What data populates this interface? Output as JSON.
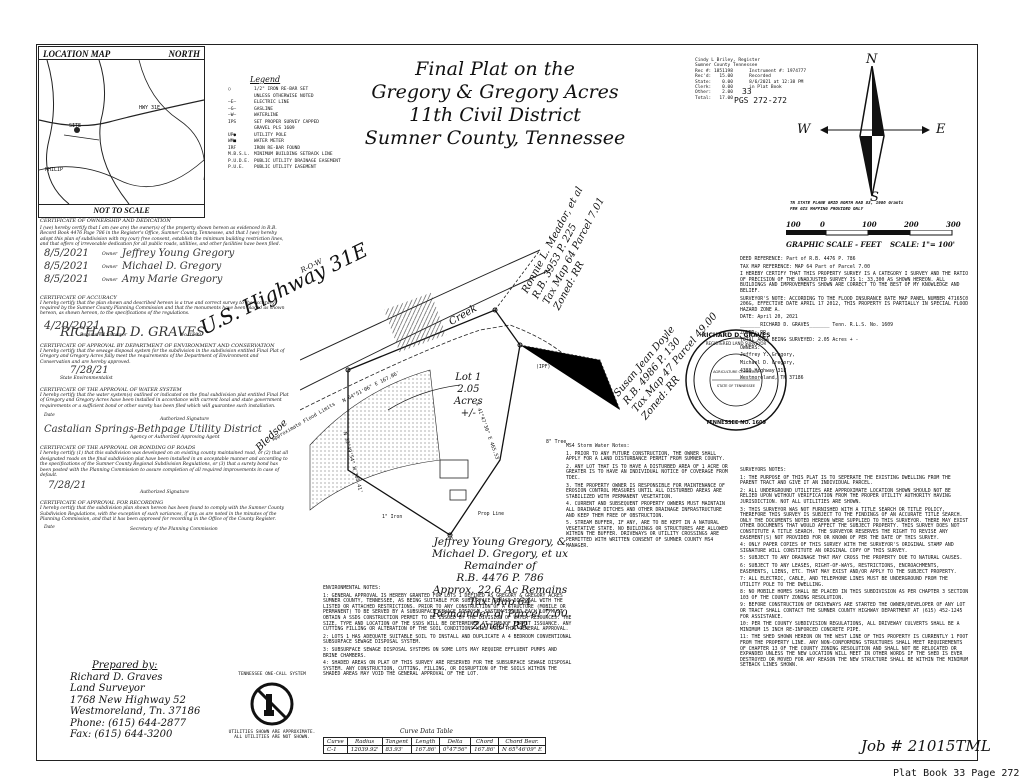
{
  "location_map": {
    "title": "LOCATION MAP",
    "north": "NORTH",
    "not_to_scale": "NOT TO SCALE",
    "road_labels": [
      "SITE",
      "HWY 31E",
      "PHILIP"
    ]
  },
  "title": {
    "line1": "Final Plat on the",
    "line2": "Gregory & Gregory Acres",
    "line3": "11th Civil District",
    "line4": "Sumner County, Tennessee"
  },
  "legend": {
    "title": "Legend",
    "items": [
      {
        "symbol": "○",
        "text": "1/2\" IRON RE-BAR SET"
      },
      {
        "symbol": "",
        "text": "UNLESS OTHERWISE NOTED"
      },
      {
        "symbol": "—E—",
        "text": "ELECTRIC LINE"
      },
      {
        "symbol": "—G—",
        "text": "GASLINE"
      },
      {
        "symbol": "—W—",
        "text": "WATERLINE"
      },
      {
        "symbol": "IPS",
        "text": "SET PROPER SURVEY CAPPED"
      },
      {
        "symbol": "",
        "text": "GRAVEL PLS 1609"
      },
      {
        "symbol": "UP●",
        "text": "UTILITY POLE"
      },
      {
        "symbol": "WM■",
        "text": "WATER METER"
      },
      {
        "symbol": "IRF",
        "text": "IRON RE-BAR FOUND"
      },
      {
        "symbol": "M.B.S.L.",
        "text": "MINIMUM BUILDING SETBACK LINE"
      },
      {
        "symbol": "P.U.D.E.",
        "text": "PUBLIC UTILITY DRAINAGE EASEMENT"
      },
      {
        "symbol": "P.U.E.",
        "text": "PUBLIC UTILITY EASEMENT"
      }
    ]
  },
  "recording_stamp": {
    "lines": [
      "Cindy L Briley, Register",
      "Sumner County Tennessee",
      "Rec #: 1851198      Instrument #: 1974777",
      "Rec'd:   15.00      Recorded",
      "State:    0.00      8/6/2021 at 12:38 PM",
      "Clerk:    0.00      in Plat Book",
      "Other:    2.00",
      "Total:   17.00"
    ],
    "book": "33",
    "pages": "PGS 272-272"
  },
  "compass": {
    "n": "N",
    "s": "S",
    "e": "E",
    "w": "W"
  },
  "scale": {
    "note": "TN STATE PLANE GRID NORTH NAD 83, 1986 Grants\nPER GIS MAPPING PROVIDED ONLY",
    "ticks": [
      "100",
      "0",
      "100",
      "200",
      "300"
    ],
    "label": "GRAPHIC SCALE - FEET",
    "ratio": "SCALE:  1\"= 100'"
  },
  "road": {
    "highway": "U.S. Highway 31E",
    "row": "R-O-W",
    "creek": "Creek",
    "bledsoe": "Bledsoe"
  },
  "lot": {
    "name": "Lot 1",
    "acres": "2.05",
    "unit": "Acres",
    "plusminus": "+/-"
  },
  "adjoiners": {
    "meador": [
      "Ronnie L. Meador, et al",
      "R.B. 3953 P. 225",
      "Tax Map 64 Parcel 7.01",
      "Zoned: RR"
    ],
    "doyle": [
      "Susan Jean Doyle",
      "R.B. 4986 P. 130",
      "Tax Map 47 Parcel 49.00",
      "Zoned: RR"
    ]
  },
  "remainder": {
    "lines": [
      "Jeffrey Young Gregory, &",
      "Michael D. Gregory, et ux",
      "Remainder of",
      "R.B. 4476 P. 786",
      "Approx. 22.6 Ac Remains",
      "Tax Map 64",
      "Remainder of Parcel 7.00",
      "Zoned: RR"
    ]
  },
  "right_notes": {
    "top": [
      "DEED REFERENCE: Part of R.B. 4476 P. 786",
      "TAX MAP REFERENCE: MAP 64 Part of Parcel 7.00",
      "I HEREBY CERTIFY THAT THIS PROPERTY SURVEY IS A CATEGORY I SURVEY AND THE RATIO OF PRECISION OF THE UNADJUSTED SURVEY IS 1: 33,300 AS SHOWN HEREON. ALL BUILDINGS AND IMPROVEMENTS SHOWN ARE CORRECT TO THE BEST OF MY KNOWLEDGE AND BELIEF.",
      "SURVEYOR'S NOTE: ACCORDING TO THE FLOOD INSURANCE RATE MAP PANEL NUMBER 47165C0 206G, EFFECTIVE DATE APRIL 17 2012, THIS PROPERTY IS PARTIALLY IN SPECIAL FLOOD HAZARD ZONE A.",
      "DATE: April 20, 2021",
      "_______RICHARD D. GRAVES_______  Tenn. R.L.S. No. 1609",
      "ZONED: RR",
      "TOTAL AREA BEING SURVEYED: 2.05 Acres + -",
      "OWNERS:",
      "Jeffrey Y. Gregory,",
      "Michael D. Gregory,",
      "4380 Highway 31E",
      "Westmoreland, TN 37186"
    ],
    "surveyors_notes": [
      "SURVEYORS NOTES:",
      "1: THE PURPOSE OF THIS PLAT IS TO SEPERATE THE EXISTING DWELLING FROM THE PARENT TRACT AND GIVE IT AN INDIVIDUAL PARCEL.",
      "2: ALL UNDERGROUND UTILITIES ARE APPROXIMATE LOCATION SHOWN SHOULD NOT BE RELIED UPON WITHOUT VERIFICATION FROM THE PROPER UTILITY AUTHORITY HAVING JURISDICTION. NOT ALL UTILITIES ARE SHOWN.",
      "3: THIS SURVEYOR WAS NOT FURNISHED WITH A TITLE SEARCH OR TITLE POLICY, THEREFORE THIS SURVEY IS SUBJECT TO THE FINDINGS OF AN ACCURATE TITLE SEARCH. ONLY THE DOCUMENTS NOTED HEREON WERE SUPPLIED TO THIS SURVEYOR. THERE MAY EXIST OTHER DOCUMENTS THAT WOULD AFFECT THE SUBJECT PROPERTY. THIS SURVEY DOES NOT CONSTITUTE A TITLE SEARCH. THE SURVEYOR RESERVES THE RIGHT TO REVISE ANY EASEMENT(S) NOT PROVIDED FOR OR KNOWN OF PER THE DATE OF THIS SURVEY.",
      "4: ONLY PAPER COPIES OF THIS SURVEY WITH THE SURVEYOR'S ORIGINAL STAMP AND SIGNATURE WILL CONSTITUTE AN ORIGINAL COPY OF THIS SURVEY.",
      "5: SUBJECT TO ANY DRAINAGE THAT MAY CROSS THE PROPERTY DUE TO NATURAL CAUSES.",
      "6: SUBJECT TO ANY LEASES, RIGHT-OF-WAYS, RESTRICTIONS, ENCROACHMENTS, EASEMENTS, LIENS, ETC. THAT MAY EXIST AND/OR APPLY TO THE SUBJECT PROPERTY.",
      "7: ALL ELECTRIC, CABLE, AND TELEPHONE LINES MUST BE UNDERGROUND FROM THE UTILITY POLE TO THE DWELLING.",
      "8: NO MOBILE HOMES SHALL BE PLACED IN THIS SUBDIVISION AS PER CHAPTER 3 SECTION 103 OF THE COUNTY ZONING RESOLUTION.",
      "9: BEFORE CONSTRUCTION OF DRIVEWAYS ARE STARTED THE OWNER/DEVELOPER OF ANY LOT OR TRACT SHALL CONTACT THE SUMNER COUNTY HIGHWAY DEPARTMENT AT (615) 452-1245 FOR ASSISTANCE.",
      "10: PER THE COUNTY SUBDIVISION REGULATIONS, ALL DRIVEWAY CULVERTS SHALL BE A MINIMUM 15 INCH RE-INFORCED CONCRETE PIPE.",
      "11: THE SHED SHOWN HEREON ON THE WEST LINE OF THIS PROPERTY IS CURRENTLY 1 FOOT FROM THE PROPERTY LINE. ANY NON-CONFORMING STRUCTURES SHALL MEET REQUIREMENTS OF CHAPTER 13 OF THE COUNTY ZONING RESOLUTION AND SHALL NOT BE RELOCATED OR EXPANDED UNLESS THE NEW LOCATION WILL MEET IN OTHER WORDS IF THE SHED IS EVER DESTROYED OR MOVED FOR ANY REASON THE NEW STRUCTURE SHALL BE WITHIN THE MINIMUM SETBACK LINES SHOWN."
    ]
  },
  "storm_notes": [
    "MS4 Storm Water Notes:",
    "1. PRIOR TO ANY FUTURE CONSTRUCTION, THE OWNER SHALL APPLY FOR A LAND DISTURBANCE PERMIT FROM SUMNER COUNTY.",
    "2. ANY LOT THAT IS TO HAVE A DISTURBED AREA OF 1 ACRE OR GREATER IS TO HAVE AN INDIVIDUAL NOTICE OF COVERAGE FROM TDEC.",
    "3. THE PROPERTY OWNER IS RESPONSIBLE FOR MAINTENANCE OF EROSION CONTROL MEASURES UNTIL ALL DISTURBED AREAS ARE STABILIZED WITH PERMANENT VEGETATION.",
    "4. CURRENT AND SUBSEQUENT PROPERTY OWNERS MUST MAINTAIN ALL DRAINAGE DITCHES AND OTHER DRAINAGE INFRASTRUCTURE AND KEEP THEM FREE OF OBSTRUCTION.",
    "5. STREAM BUFFER, IF ANY, ARE TO BE KEPT IN A NATURAL VEGETATIVE STATE. NO BUILDINGS OR STRUCTURES ARE ALLOWED WITHIN THE BUFFER. DRIVEWAYS OR UTILITY CROSSINGS ARE PERMITTED WITH WRITTEN CONSENT OF SUMNER COUNTY MS4 MANAGER."
  ],
  "env_notes": [
    "ENVIRONMENTAL NOTES:",
    "1: GENERAL APPROVAL IS HEREBY GRANTED FOR LOTS 1 DEFINED AS GREGORY & GREGORY ACRES SUMNER COUNTY, TENNESSEE, AS BEING SUITABLE FOR SUBSURFACE SEWAGE DISPOSAL WITH THE LISTED OR ATTACHED RESTRICTIONS. PRIOR TO ANY CONSTRUCTION OF A STRUCTURE (MOBILE OR PERMANENT) TO BE SERVED BY A SUBSURFACE SEWAGE DISPOSAL SYSTEM ISSUED EACH LOT MUST OBTAIN A SSDS CONSTRUCTION PERMIT TO BE ISSUED BY THE DIVISION OF WATER RESOURCES. THE SIZE, TYPE AND LOCATION OF THE SSDS WILL BE DETERMINED AT TIME OF PERMIT ISSUANCE. ANY CUTTING FILLING OR ALTERATION OF THE SOIL CONDITIONS WILL VOID THIS GENERAL APPROVAL.",
    "2: LOTS 1 HAS ADEQUATE SUITABLE SOIL TO INSTALL AND DUPLICATE A 4 BEDROOM CONVENTIONAL SUBSURFACE SEWAGE DISPOSAL SYSTEM.",
    "3: SUBSURFACE SEWAGE DISPOSAL SYSTEMS ON SOME LOTS MAY REQUIRE EFFLUENT PUMPS AND BRINE CHAMBERS.",
    "4: SHADED AREAS ON PLAT OF THIS SURVEY ARE RESERVED FOR THE SUBSURFACE SEWAGE DISPOSAL SYSTEM. ANY CONSTRUCTION, CUTTING, FILLING, OR DISRUPTION OF THE SOILS WITHIN THE SHADED AREAS MAY VOID THE GENERAL APPROVAL OF THE LOT."
  ],
  "curve_table": {
    "title": "Curve Data Table",
    "headers": [
      "Curve",
      "Radius",
      "Tangent",
      "Length",
      "Delta",
      "Chord",
      "Chord Bear."
    ],
    "rows": [
      [
        "C-1",
        "12039.92'",
        "83.93'",
        "167.86'",
        "0°47'56\"",
        "167.86'",
        "N 65°46'09\" E"
      ]
    ]
  },
  "job": "Job # 21015TML",
  "plat_book": "Plat Book 33 Page 272",
  "certificates": {
    "ownership": {
      "heading": "CERTIFICATE OF OWNERSHIP AND DEDICATION",
      "text": "I (we) hereby certify that I am (we are) the owner(s) of the property shown hereon as evidenced in R.B. Record Book 4476 Page 786 in the Register's Office, Sumner County, Tennessee, and that I (we) hereby adopt this plan of subdivision with my (our) free consent, establish the minimum building restriction lines, and that offers of irrevocable dedication for all public roads, utilities, and other facilities have been filed.",
      "dates": [
        "8/5/2021",
        "8/5/2021",
        "8/5/2021"
      ],
      "owner_label": "Owner",
      "owner_names": [
        "Jeffrey Young Gregory",
        "Michael D. Gregory",
        "Amy Marie Gregory"
      ]
    },
    "accuracy": {
      "heading": "CERTIFICATE OF ACCURACY",
      "text": "I hereby certify that the plan shown and described hereon is a true and correct survey to the accuracy required by the Sumner County Planning Commission and that the monuments have been placed as shown hereon, as shown hereon, to the specifications of the regulations.",
      "date": "4/20/2021",
      "role": "Registered Surveyor",
      "no": "No. 1609"
    },
    "environment": {
      "heading": "CERTIFICATE OF APPROVAL BY DEPARTMENT OF ENVIRONMENT AND CONSERVATION",
      "text": "I hereby certify that the sewage disposal system for the subdivision in the subdivision entitled Final Plat of Gregory and Gregory Acres fully meet the requirements of the Department of Environment and Conservation and are hereby approved.",
      "date": "7/28/21",
      "role": "State Environmentalist"
    },
    "water": {
      "heading": "CERTIFICATE OF THE APPROVAL OF WATER SYSTEM",
      "text": "I hereby certify that the water system(s) outlined or indicated on the final subdivision plat entitled Final Plat of Gregory and Gregory Acres have been installed in accordance with current local and state government requirements or a sufficient bond or other surety has been filed which will guarantee such installation.",
      "date_label": "Date",
      "role": "Authorized Signature",
      "district": "Castalian Springs-Bethpage Utility District",
      "agency_label": "Agency or Authorized Approving Agent"
    },
    "roads": {
      "heading": "CERTIFICATE OF THE APPROVAL OR BONDING OF ROADS",
      "text": "I hereby certify (1) that this subdivision was developed on an existing county maintained road, or (2) that all designated roads on the final subdivision plat have been installed in an acceptable manner and according to the specifications of the Sumner County Regional Subdivision Regulations, or (3) that a surety bond has been posted with the Planning Commission to assure completion of all required improvements in case of default.",
      "date": "7/28/21",
      "role": "Authorized Signature"
    },
    "recording": {
      "heading": "CERTIFICATE OF APPROVAL FOR RECORDING",
      "text": "I hereby certify that the subdivision plan shown hereon has been found to comply with the Sumner County Subdivision Regulations, with the exception of such variances, if any, as are noted in the minutes of the Planning Commission, and that it has been approved for recording in the Office of the County Register.",
      "date_label": "Date",
      "role": "Secretary of the Planning Commission"
    }
  },
  "preparer": {
    "label": "Prepared by:",
    "name": "Richard D. Graves",
    "title": "Land Surveyor",
    "address1": "1768 New Highway 52",
    "address2": "Westmoreland, Tn. 37186",
    "phone": "Phone: (615) 644-2877",
    "fax": "Fax: (615) 644-3200"
  },
  "tn811": {
    "top": "TENNESSEE ONE-CALL SYSTEM",
    "bottom1": "UTILITIES SHOWN ARE APPROXIMATE.",
    "bottom2": "ALL UTILITIES ARE NOT SHOWN."
  },
  "seal": {
    "outer": "RICHARD D. GRAVES",
    "middle": "REGISTERED LAND SURVEYOR",
    "center": "AGRICULTURE COMMERCE",
    "state": "STATE OF TENNESSEE",
    "bottom": "TENNESSEE NO. 1609"
  },
  "map_labels": {
    "bearing1": "N 64°51'06\" E 167.86'",
    "bearing2": "S 41°47'30\" E 465.53'",
    "bearing3": "N 33°49'54\" W 305.41'",
    "approx": "Approximate Flood Limits",
    "ipf": "(IPF)",
    "tree": "8\" Tree",
    "rdw": "R-O-W",
    "pole": "1\" Iron",
    "prop_line": "Prop Line"
  }
}
